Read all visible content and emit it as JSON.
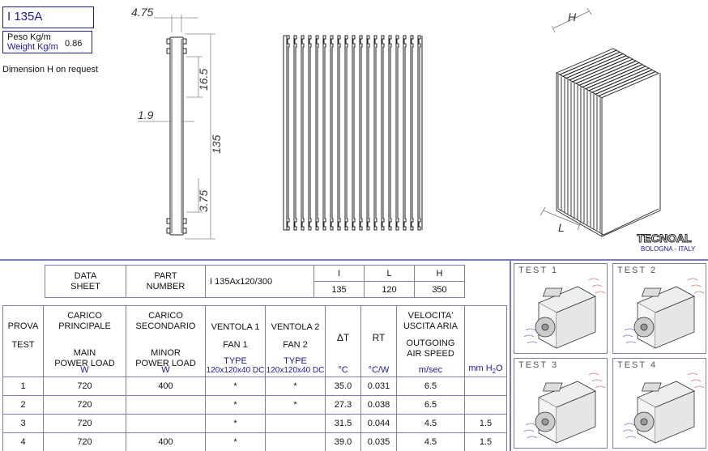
{
  "header": {
    "part_id": "I 135A",
    "weight_label_it": "Peso Kg/m",
    "weight_label_en": "Weight Kg/m",
    "weight_value": "0.86",
    "note": "Dimension H on request"
  },
  "drawing": {
    "dim_top": "4.75",
    "dim_fin": "16.5",
    "dim_thickness": "1.9",
    "dim_height": "135",
    "dim_bottom": "3.75",
    "iso_h": "H",
    "iso_l": "L"
  },
  "logo": {
    "name": "TECNOAL",
    "location": "BOLOGNA - ITALY"
  },
  "sheet_head": {
    "data_sheet": [
      "DATA",
      "SHEET"
    ],
    "part_number": [
      "PART",
      "NUMBER"
    ],
    "part_number_value": "I 135Ax120/300",
    "dims": [
      {
        "label": "I",
        "value": "135"
      },
      {
        "label": "L",
        "value": "120"
      },
      {
        "label": "H",
        "value": "350"
      }
    ]
  },
  "table": {
    "headers": {
      "prova": [
        "PROVA",
        "TEST"
      ],
      "carico_principale": {
        "top": [
          "CARICO",
          "PRINCIPALE"
        ],
        "mid": [
          "MAIN",
          "POWER LOAD"
        ],
        "unit": "W"
      },
      "carico_secondario": {
        "top": [
          "CARICO",
          "SECONDARIO"
        ],
        "mid": [
          "MINOR",
          "POWER LOAD"
        ],
        "unit": "W"
      },
      "ventola1": {
        "top": "VENTOLA 1",
        "mid": "FAN 1",
        "type": "TYPE",
        "size": "120x120x40 DC"
      },
      "ventola2": {
        "top": "VENTOLA 2",
        "mid": "FAN 2",
        "type": "TYPE",
        "size": "120x120x40 DC"
      },
      "dt": {
        "label": "ΔT",
        "unit": "°C"
      },
      "rt": {
        "label": "RT",
        "unit": "°C/W"
      },
      "velocita": {
        "top": [
          "VELOCITA'",
          "USCITA ARIA"
        ],
        "mid": [
          "OUTGOING",
          "AIR SPEED"
        ],
        "unit": "m/sec"
      },
      "pressure": {
        "unit_prefix": "mm H",
        "unit_sub": "2",
        "unit_suffix": "O"
      }
    },
    "rows": [
      {
        "test": "1",
        "main": "720",
        "minor": "400",
        "fan1": "*",
        "fan2": "*",
        "dt": "35.0",
        "rt": "0.031",
        "speed": "6.5",
        "pressure": ""
      },
      {
        "test": "2",
        "main": "720",
        "minor": "",
        "fan1": "*",
        "fan2": "*",
        "dt": "27.3",
        "rt": "0.038",
        "speed": "6.5",
        "pressure": ""
      },
      {
        "test": "3",
        "main": "720",
        "minor": "",
        "fan1": "*",
        "fan2": "",
        "dt": "31.5",
        "rt": "0.044",
        "speed": "4.5",
        "pressure": "1.5"
      },
      {
        "test": "4",
        "main": "720",
        "minor": "400",
        "fan1": "*",
        "fan2": "",
        "dt": "39.0",
        "rt": "0.035",
        "speed": "4.5",
        "pressure": "1.5"
      }
    ]
  },
  "tests": [
    {
      "label": "TEST 1"
    },
    {
      "label": "TEST 2"
    },
    {
      "label": "TEST 3"
    },
    {
      "label": "TEST 4"
    }
  ]
}
